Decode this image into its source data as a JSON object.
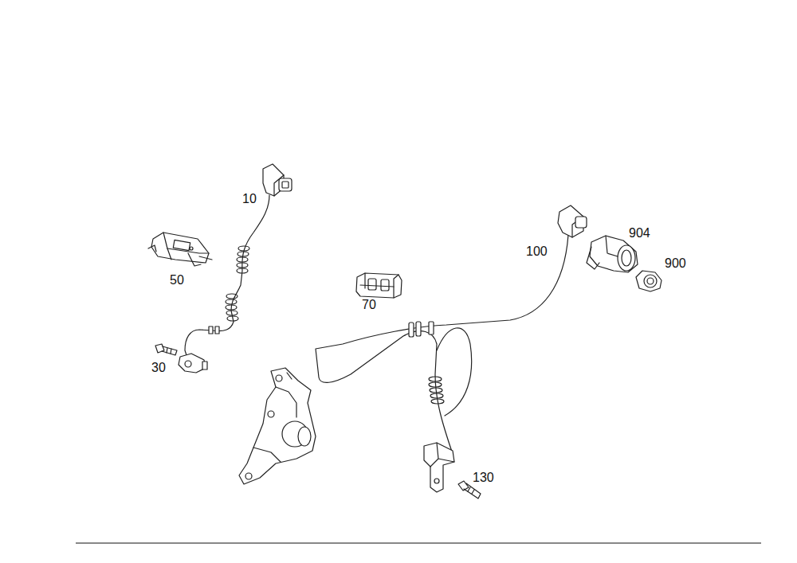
{
  "diagram": {
    "labels": [
      "10",
      "50",
      "30",
      "70",
      "100",
      "904",
      "900",
      "130"
    ]
  }
}
